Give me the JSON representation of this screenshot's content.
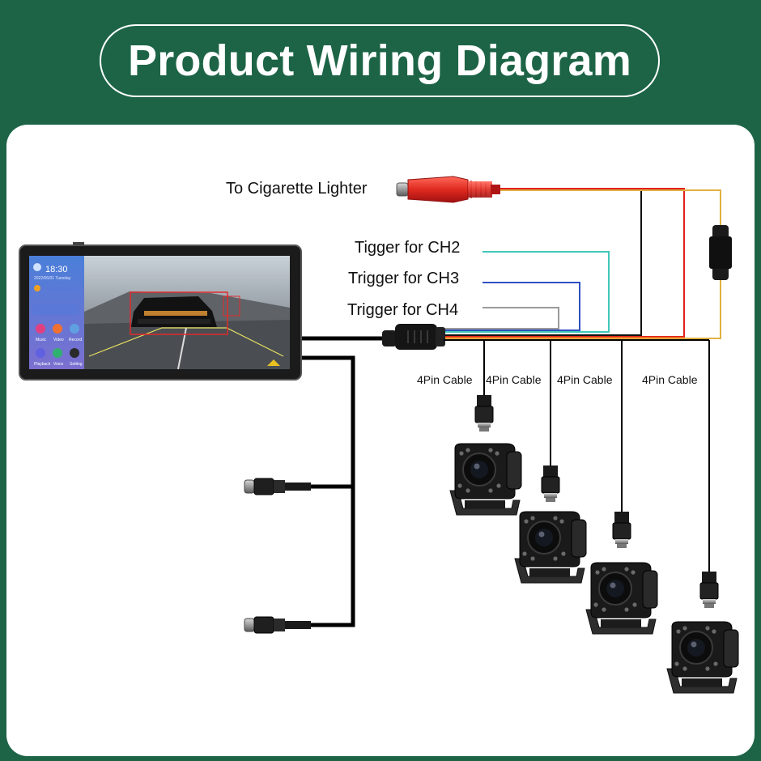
{
  "title": "Product Wiring Diagram",
  "labels": {
    "cigarette": "To Cigarette Lighter",
    "ch2": "Tigger for CH2",
    "ch3": "Trigger for CH3",
    "ch4": "Trigger for CH4",
    "cable": "4Pin Cable"
  },
  "monitor": {
    "time": "18:30",
    "date": "2022/06/01 Tuesday",
    "apps": [
      "Music",
      "Video",
      "Record",
      "Playback",
      "Voice",
      "Setting"
    ]
  },
  "colors": {
    "background": "#1d6447",
    "red_wire": "#e02020",
    "orange_wire": "#f07a20",
    "yellow_wire": "#e0c040",
    "teal_wire": "#40c8b8",
    "blue_wire": "#3050c0",
    "gray_wire": "#9a9a9a"
  }
}
